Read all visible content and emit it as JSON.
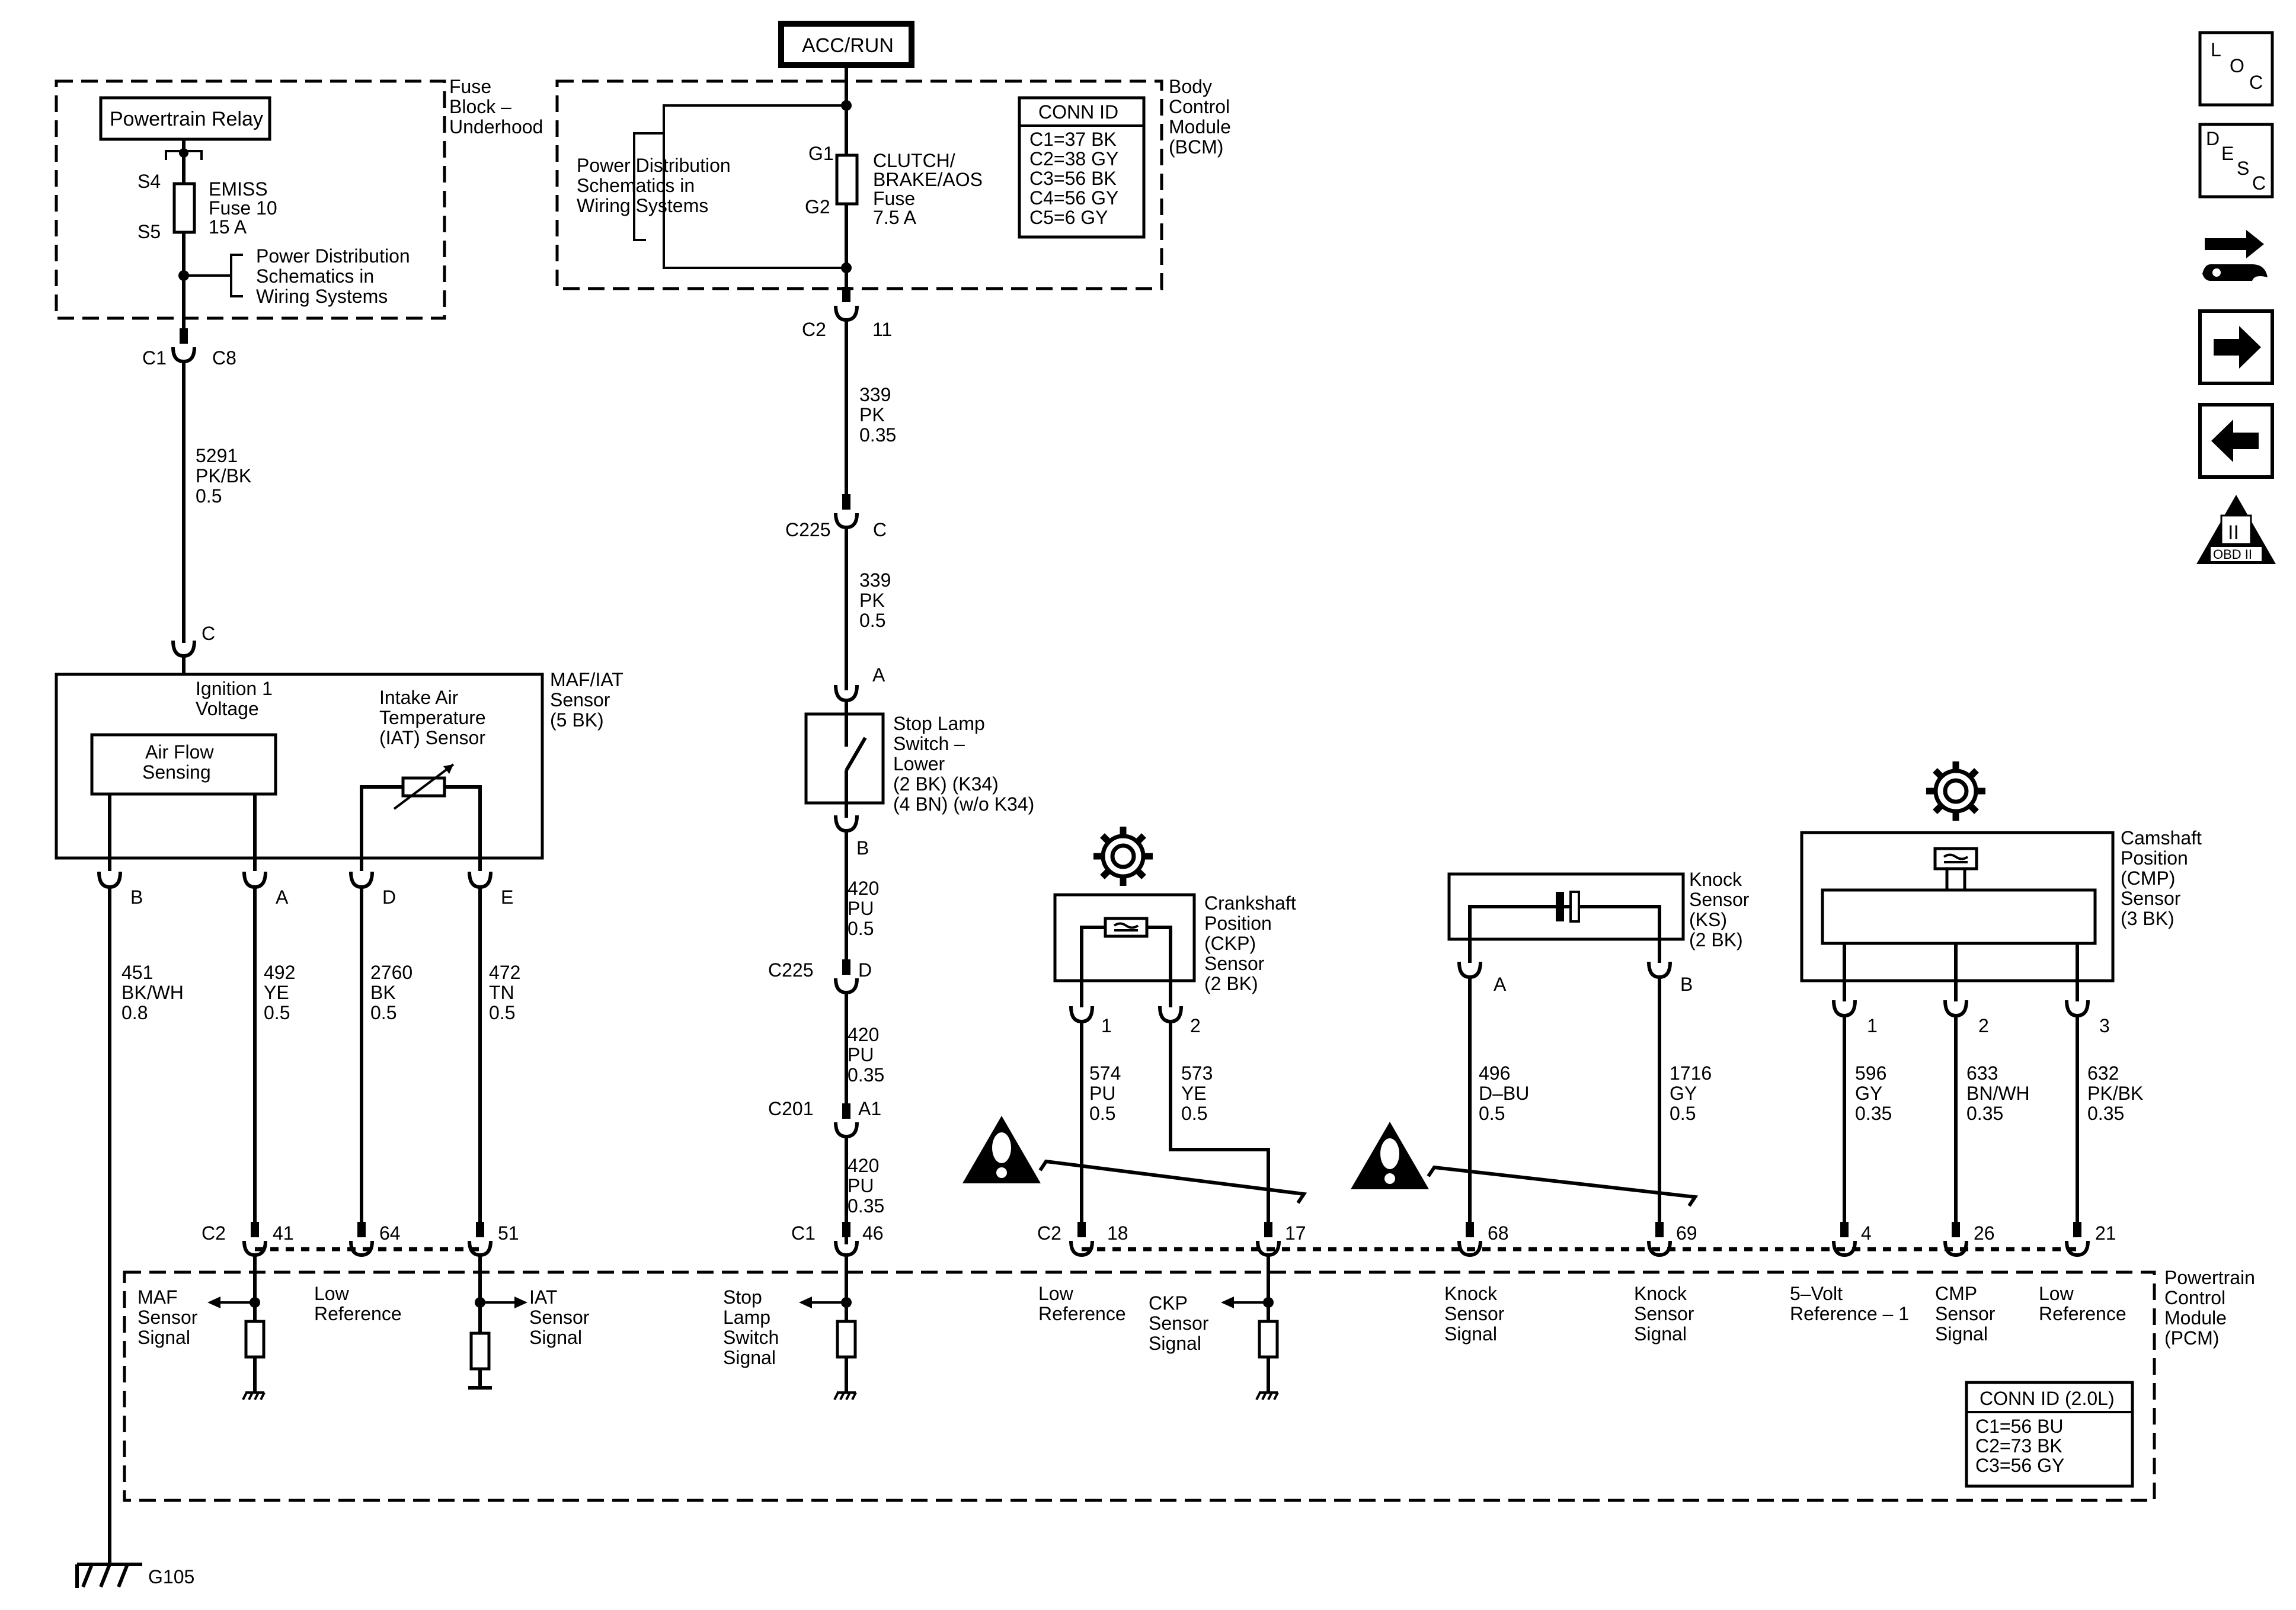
{
  "fuse_block": {
    "title": [
      "Fuse",
      "Block –",
      "Underhood"
    ],
    "relay": "Powertrain Relay",
    "pin_s4": "S4",
    "pin_s5": "S5",
    "fuse": [
      "EMISS",
      "Fuse 10",
      "15 A"
    ],
    "power_dist": [
      "Power Distribution",
      "Schematics in",
      "Wiring  Systems"
    ],
    "conn_left": "C1",
    "conn_right": "C8"
  },
  "acc_run": "ACC/RUN",
  "bcm": {
    "title": [
      "Body",
      "Control",
      "Module",
      "(BCM)"
    ],
    "power_dist": [
      "Power Distribution",
      "Schematics in",
      "Wiring  Systems"
    ],
    "pin_g1": "G1",
    "pin_g2": "G2",
    "fuse": [
      "CLUTCH/",
      "BRAKE/AOS",
      "Fuse",
      "7.5 A"
    ],
    "conn_id_title": "CONN ID",
    "conn_ids": [
      "C1=37 BK",
      "C2=38 GY",
      "C3=56 BK",
      "C4=56 GY",
      "C5=6 GY"
    ],
    "out_conn": "C2",
    "out_pin": "11"
  },
  "wires": {
    "w5291": [
      "5291",
      "PK/BK",
      "0.5"
    ],
    "w339a": [
      "339",
      "PK",
      "0.35"
    ],
    "w339b": [
      "339",
      "PK",
      "0.5"
    ],
    "w420a": [
      "420",
      "PU",
      "0.5"
    ],
    "w420b": [
      "420",
      "PU",
      "0.35"
    ],
    "w420c": [
      "420",
      "PU",
      "0.35"
    ],
    "w451": [
      "451",
      "BK/WH",
      "0.8"
    ],
    "w492": [
      "492",
      "YE",
      "0.5"
    ],
    "w2760": [
      "2760",
      "BK",
      "0.5"
    ],
    "w472": [
      "472",
      "TN",
      "0.5"
    ],
    "w574": [
      "574",
      "PU",
      "0.5"
    ],
    "w573": [
      "573",
      "YE",
      "0.5"
    ],
    "w496": [
      "496",
      "D–BU",
      "0.5"
    ],
    "w1716": [
      "1716",
      "GY",
      "0.5"
    ],
    "w596": [
      "596",
      "GY",
      "0.35"
    ],
    "w633": [
      "633",
      "BN/WH",
      "0.35"
    ],
    "w632": [
      "632",
      "PK/BK",
      "0.35"
    ]
  },
  "inline_connectors": {
    "c225_c": [
      "C225",
      "C"
    ],
    "c225_d": [
      "C225",
      "D"
    ],
    "c201_a1": [
      "C201",
      "A1"
    ]
  },
  "maf": {
    "title": [
      "MAF/IAT",
      "Sensor",
      "(5 BK)"
    ],
    "ign_label": [
      "Ignition 1",
      "Voltage"
    ],
    "air_flow": [
      "Air Flow",
      "Sensing"
    ],
    "iat": [
      "Intake Air",
      "Temperature",
      "(IAT) Sensor"
    ],
    "pin_top": "C",
    "pins": [
      "B",
      "A",
      "D",
      "E"
    ]
  },
  "stop_lamp": {
    "title": [
      "Stop Lamp",
      "Switch –",
      "Lower",
      "(2 BK) (K34)",
      "(4 BN) (w/o K34)"
    ],
    "pin_a": "A",
    "pin_b": "B"
  },
  "ckp": {
    "title": [
      "Crankshaft",
      "Position",
      "(CKP)",
      "Sensor",
      "(2 BK)"
    ],
    "pins": [
      "1",
      "2"
    ]
  },
  "ks": {
    "title": [
      "Knock",
      "Sensor",
      "(KS)",
      "(2 BK)"
    ],
    "pins": [
      "A",
      "B"
    ]
  },
  "cmp": {
    "title": [
      "Camshaft",
      "Position",
      "(CMP)",
      "Sensor",
      "(3 BK)"
    ],
    "pins": [
      "1",
      "2",
      "3"
    ]
  },
  "pcm": {
    "title": [
      "Powertrain",
      "Control",
      "Module",
      "(PCM)"
    ],
    "conn_id_title": "CONN ID (2.0L)",
    "conn_ids": [
      "C1=56 BU",
      "C2=73 BK",
      "C3=56 GY"
    ],
    "pins": {
      "c2_label": "C2",
      "p41": "41",
      "p64": "64",
      "p51": "51",
      "c1_label": "C1",
      "p46": "46",
      "c2b_label": "C2",
      "p18": "18",
      "p17": "17",
      "p68": "68",
      "p69": "69",
      "p4": "4",
      "p26": "26",
      "p21": "21"
    },
    "signals": {
      "maf": [
        "MAF",
        "Sensor",
        "Signal"
      ],
      "low_ref1": [
        "Low",
        "Reference"
      ],
      "iat": [
        "IAT",
        "Sensor",
        "Signal"
      ],
      "stop_lamp": [
        "Stop",
        "Lamp",
        "Switch",
        "Signal"
      ],
      "low_ref2": [
        "Low",
        "Reference"
      ],
      "ckp": [
        "CKP",
        "Sensor",
        "Signal"
      ],
      "knock1": [
        "Knock",
        "Sensor",
        "Signal"
      ],
      "knock2": [
        "Knock",
        "Sensor",
        "Signal"
      ],
      "five_volt": [
        "5–Volt",
        "Reference – 1"
      ],
      "cmp": [
        "CMP",
        "Sensor",
        "Signal"
      ],
      "low_ref3": [
        "Low",
        "Reference"
      ]
    }
  },
  "ground": "G105",
  "nav": {
    "loc": [
      "L",
      "O",
      "C"
    ],
    "desc": [
      "D",
      "E",
      "S",
      "C"
    ],
    "obd": "OBD II",
    "obd_mark": "II"
  }
}
